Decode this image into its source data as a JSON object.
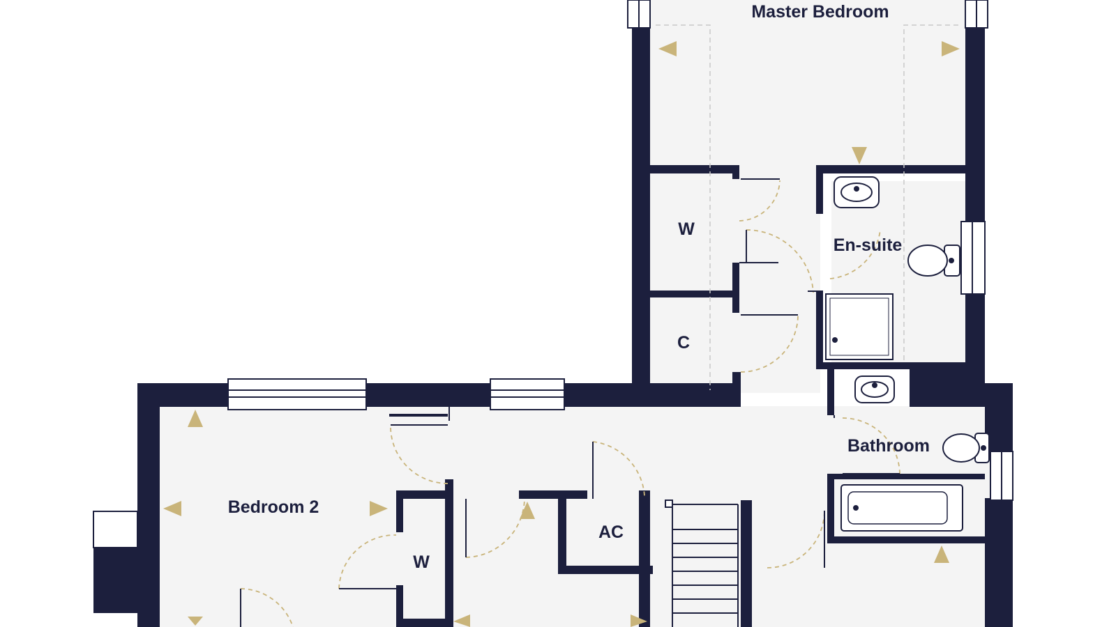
{
  "plan": {
    "colors": {
      "wall": "#1c1f3d",
      "accent": "#c9b47a",
      "background": "#ffffff",
      "floor": "#f4f4f4",
      "dashed": "#c8c8c8"
    },
    "rooms": {
      "master_bedroom": "Master Bedroom",
      "wardrobe_master": "W",
      "cupboard": "C",
      "en_suite": "En-suite",
      "bathroom": "Bathroom",
      "bedroom_2": "Bedroom 2",
      "airing_cupboard": "AC",
      "wardrobe_bedroom2": "W"
    },
    "icons": [
      "dimension-arrow-icon",
      "basin-icon",
      "toilet-icon",
      "shower-tray-icon",
      "bath-icon",
      "window-icon",
      "door-swing-icon",
      "staircase-icon"
    ]
  }
}
